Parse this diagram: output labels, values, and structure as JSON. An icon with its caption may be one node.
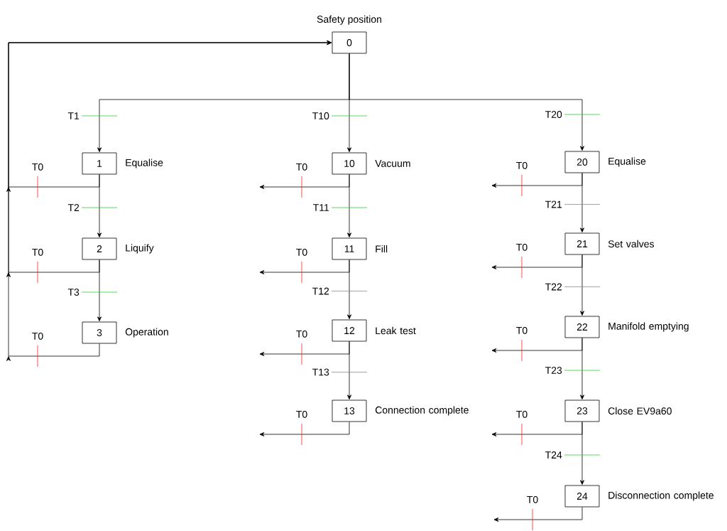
{
  "diagram": {
    "nodes": [
      {
        "text": [
          "0"
        ],
        "beside": [
          "Safety position"
        ]
      },
      {
        "text": [
          "1"
        ],
        "beside": [
          "Equalise"
        ]
      },
      {
        "text": [
          "2"
        ],
        "beside": [
          "Liquify"
        ]
      },
      {
        "text": [
          "3"
        ],
        "beside": [
          "Operation"
        ]
      },
      {
        "text": [
          "10"
        ],
        "beside": [
          "Vacuum"
        ]
      },
      {
        "text": [
          "11"
        ],
        "beside": [
          "Fill"
        ]
      },
      {
        "text": [
          "12"
        ],
        "beside": [
          "Leak test"
        ]
      },
      {
        "text": [
          "13"
        ],
        "beside": [
          "Connection complete"
        ]
      },
      {
        "text": [
          "20"
        ],
        "beside": [
          "Equalise"
        ]
      },
      {
        "text": [
          "21"
        ],
        "beside": [
          "Set valves"
        ]
      },
      {
        "text": [
          "22"
        ],
        "beside": [
          "Manifold emptying"
        ]
      },
      {
        "text": [
          "23"
        ],
        "beside": [
          "Close EV9a60"
        ]
      },
      {
        "text": [
          "24"
        ],
        "beside": [
          "Disconnection complete"
        ]
      }
    ],
    "edges": [
      {
        "from": 0,
        "to": 1,
        "arrow": "to",
        "label": "T1"
      },
      {
        "from": 0,
        "to": 4,
        "arrow": "to",
        "label": "T10"
      },
      {
        "from": 0,
        "to": 8,
        "arrow": "to",
        "label": "T20"
      },
      {
        "from": 1,
        "to": 2,
        "arrow": "to",
        "label": "T2"
      },
      {
        "from": 2,
        "to": 3,
        "arrow": "to",
        "label": "T3"
      },
      {
        "from": 4,
        "to": 5,
        "arrow": "to",
        "label": "T11"
      },
      {
        "from": 5,
        "to": 6,
        "arrow": "to",
        "label": "T12"
      },
      {
        "from": 6,
        "to": 7,
        "arrow": "to",
        "label": "T13"
      },
      {
        "from": 8,
        "to": 9,
        "arrow": "to",
        "label": "T21"
      },
      {
        "from": 9,
        "to": 10,
        "arrow": "to",
        "label": "T22"
      },
      {
        "from": 10,
        "to": 11,
        "arrow": "to",
        "label": "T23"
      },
      {
        "from": 11,
        "to": 12,
        "arrow": "to",
        "label": "T24"
      },
      {
        "from": 1,
        "to": 0,
        "arrow": "to",
        "label": "T0"
      },
      {
        "from": 2,
        "to": 0,
        "arrow": "to",
        "label": "T0"
      },
      {
        "from": 3,
        "to": 0,
        "arrow": "to",
        "label": "T0"
      },
      {
        "from": 4,
        "to": null,
        "arrow": "to",
        "label": "T0"
      },
      {
        "from": 5,
        "to": null,
        "arrow": "to",
        "label": "T0"
      },
      {
        "from": 6,
        "to": null,
        "arrow": "to",
        "label": "T0"
      },
      {
        "from": 7,
        "to": null,
        "arrow": "to",
        "label": "T0"
      },
      {
        "from": 8,
        "to": null,
        "arrow": "to",
        "label": "T0"
      },
      {
        "from": 9,
        "to": null,
        "arrow": "to",
        "label": "T0"
      },
      {
        "from": 10,
        "to": null,
        "arrow": "to",
        "label": "T0"
      },
      {
        "from": 11,
        "to": null,
        "arrow": "to",
        "label": "T0"
      },
      {
        "from": 12,
        "to": null,
        "arrow": "to",
        "label": "T0"
      }
    ]
  }
}
